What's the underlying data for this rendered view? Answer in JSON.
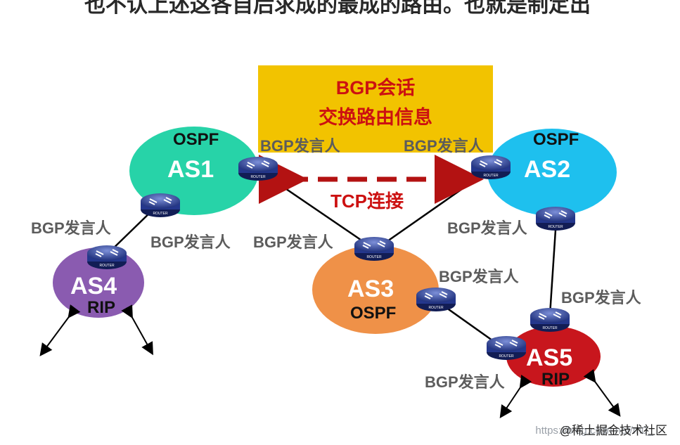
{
  "header": {
    "clipped_title": "也不认上述这各自后求成的最成的路由。也就是制定出"
  },
  "banner": {
    "line1": "BGP会话",
    "line2": "交换路由信息"
  },
  "tcp_label": "TCP连接",
  "autonomous_systems": [
    {
      "id": "as1",
      "name": "AS1",
      "protocol": "OSPF",
      "color": "#27d3a8"
    },
    {
      "id": "as2",
      "name": "AS2",
      "protocol": "OSPF",
      "color": "#1ec0ee"
    },
    {
      "id": "as3",
      "name": "AS3",
      "protocol": "OSPF",
      "color": "#ef9148"
    },
    {
      "id": "as4",
      "name": "AS4",
      "protocol": "RIP",
      "color": "#8a5bb0"
    },
    {
      "id": "as5",
      "name": "AS5",
      "protocol": "RIP",
      "color": "#c8161d"
    }
  ],
  "speaker_label": "BGP发言人",
  "router_label": "ROUTER",
  "colors": {
    "banner": "#f2c300",
    "tcp_arrow": "#b31212",
    "link": "#000000",
    "speaker_text": "#5c5c5c"
  },
  "watermark": {
    "url": "https://blog.csdn.net/m0_",
    "site": "@稀土掘金技术社区"
  }
}
